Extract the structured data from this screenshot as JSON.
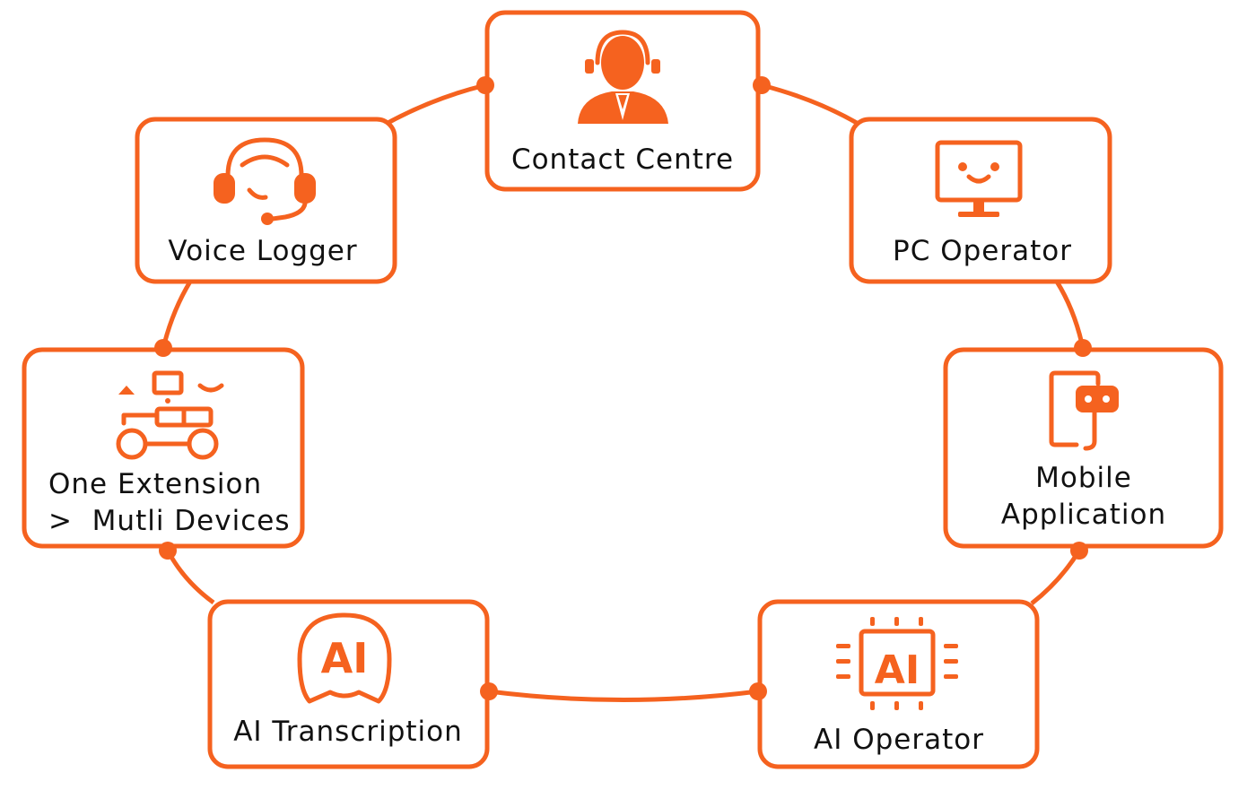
{
  "colors": {
    "accent": "#f5621f",
    "text": "#111111",
    "background": "#ffffff"
  },
  "nodes": {
    "contact_centre": {
      "label": "Contact Centre",
      "icon": "call-centre-agent-icon"
    },
    "pc_operator": {
      "label": "PC Operator",
      "icon": "desktop-monitor-icon"
    },
    "mobile_application": {
      "label_line1": "Mobile",
      "label_line2": "Application",
      "icon": "mobile-phone-chat-icon"
    },
    "ai_operator": {
      "label": "AI Operator",
      "icon_text": "AI",
      "icon": "ai-chip-icon"
    },
    "ai_transcription": {
      "label": "AI Transcription",
      "icon_text": "AI",
      "icon": "ai-speech-bubble-icon"
    },
    "one_extension": {
      "label_line1": "One Extension",
      "label_line2": ">  Mutli Devices",
      "icon": "multi-device-network-icon"
    },
    "voice_logger": {
      "label": "Voice Logger",
      "icon": "headset-icon"
    }
  }
}
